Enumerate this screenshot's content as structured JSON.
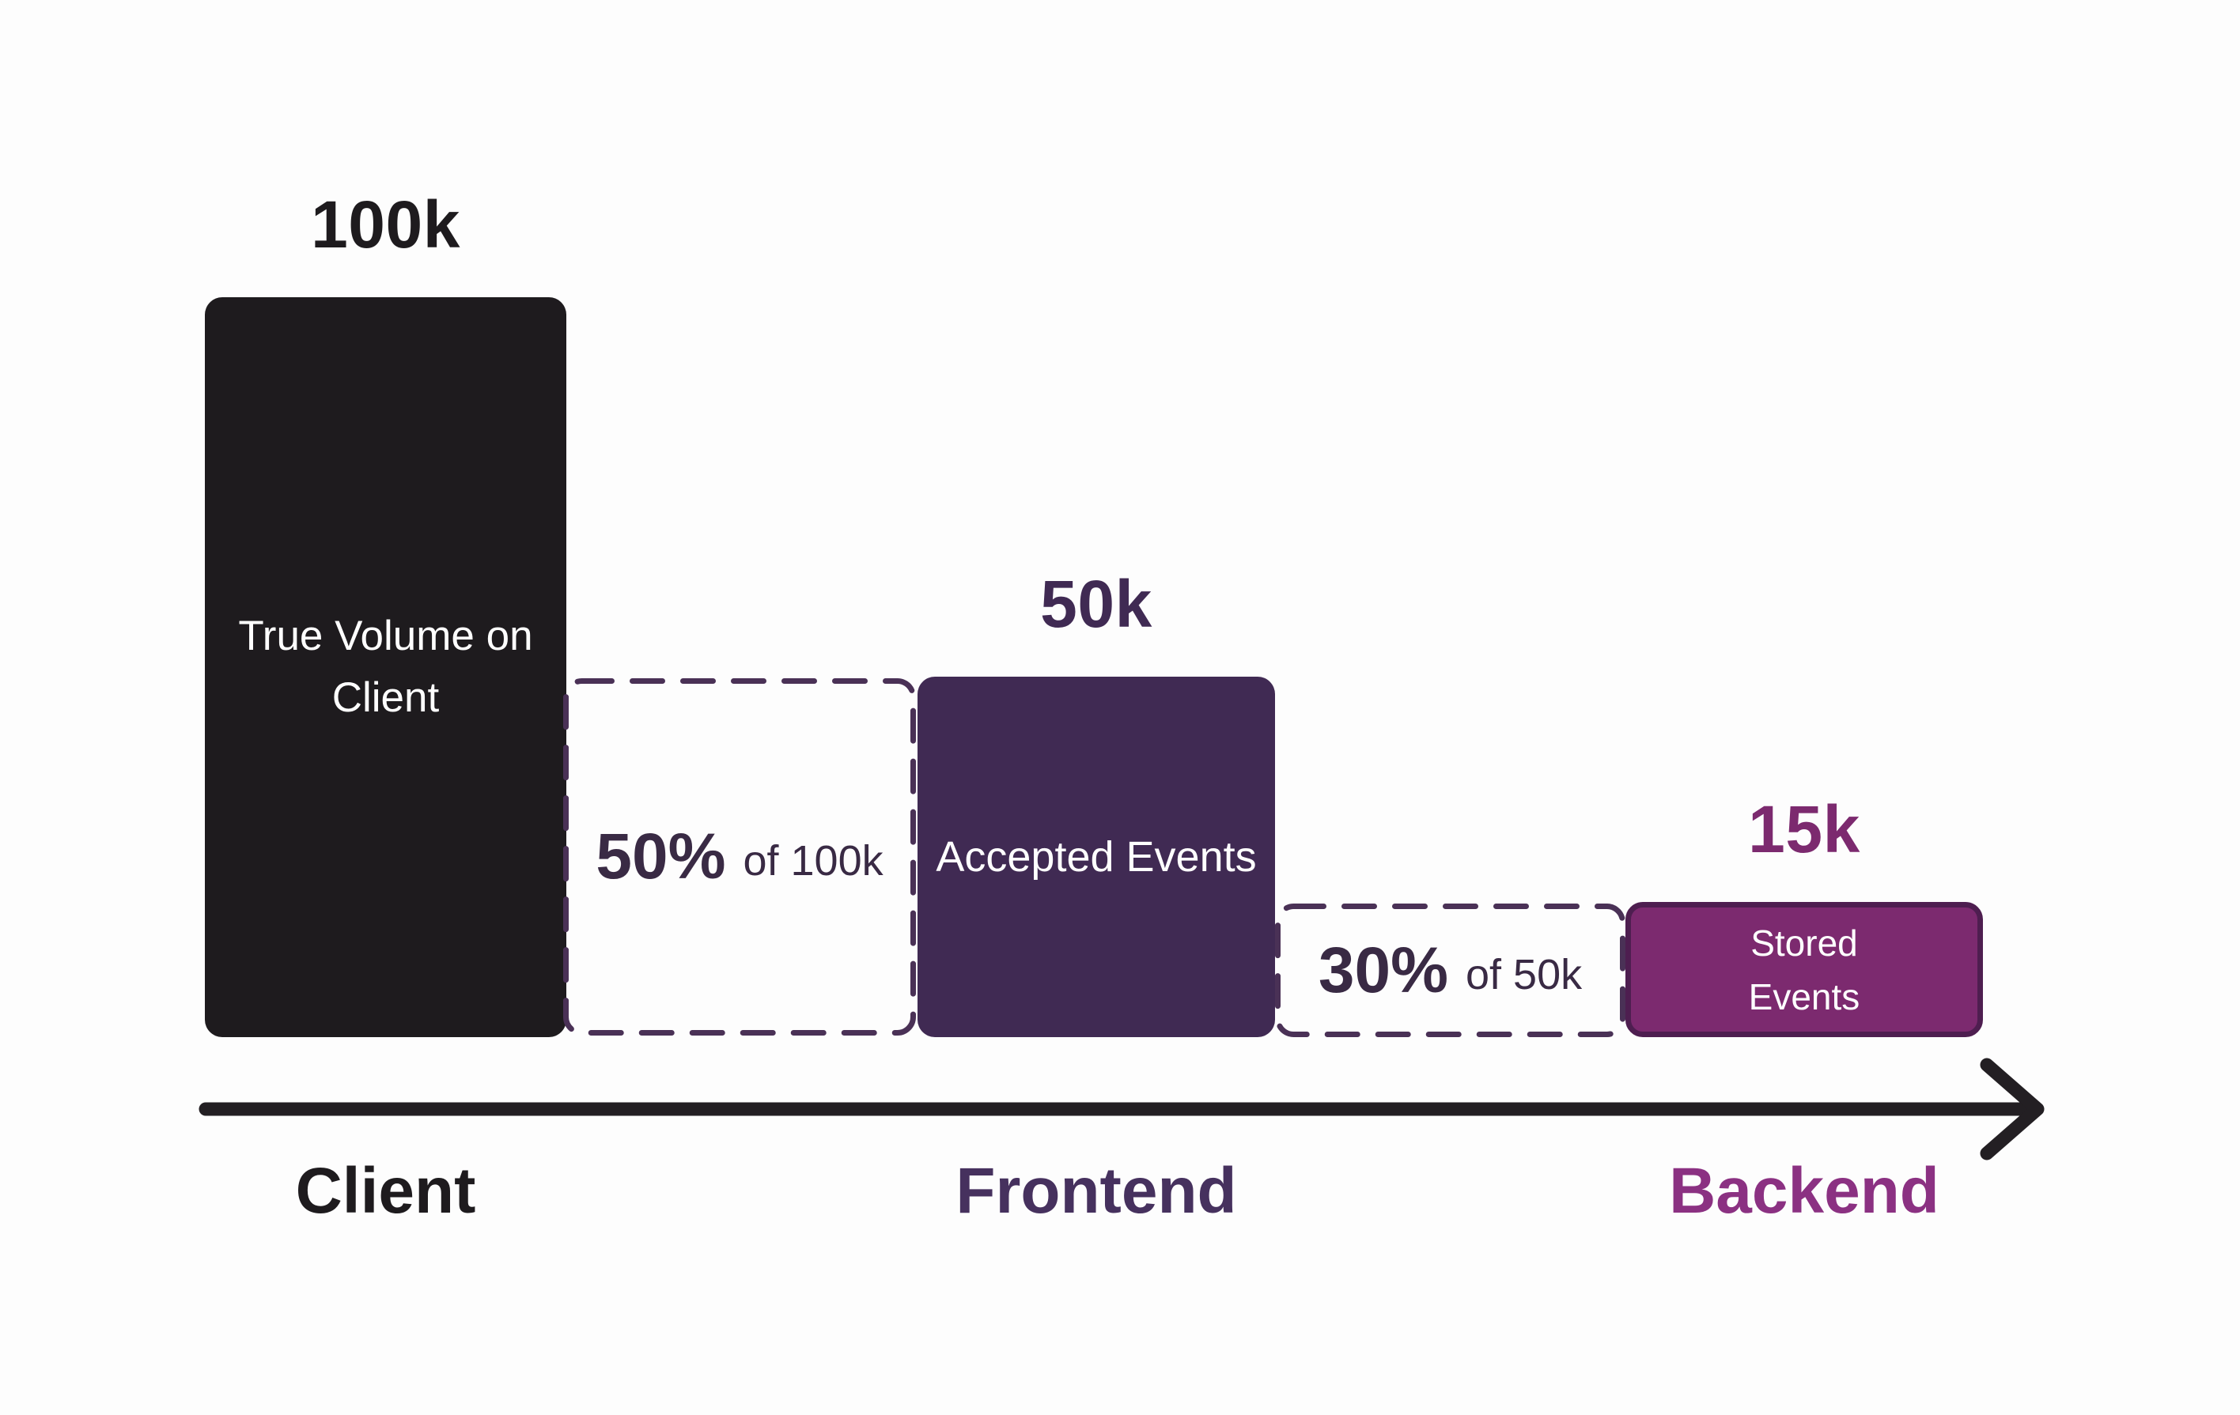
{
  "chart_data": {
    "type": "bar",
    "title": "",
    "categories": [
      "Client",
      "Frontend",
      "Backend"
    ],
    "series": [
      {
        "name": "Events",
        "values": [
          100000,
          50000,
          15000
        ]
      }
    ],
    "value_labels": [
      "100k",
      "50k",
      "15k"
    ],
    "bar_inner_labels": [
      "True Volume on Client",
      "Accepted Events",
      "Stored Events"
    ],
    "retention_annotations": [
      {
        "percent": "50%",
        "of": "of 100k",
        "between": [
          "Client",
          "Frontend"
        ]
      },
      {
        "percent": "30%",
        "of": "of 50k",
        "between": [
          "Frontend",
          "Backend"
        ]
      }
    ],
    "legend": false,
    "grid": false,
    "x_axis_style": "arrow",
    "ylim": [
      0,
      100000
    ]
  },
  "bars": {
    "client": {
      "value_label": "100k",
      "inner_label_lines": [
        "True Volume on",
        "Client"
      ],
      "axis_label": "Client",
      "fill": "#1E1B1E"
    },
    "frontend": {
      "value_label": "50k",
      "inner_label_lines": [
        "Accepted Events"
      ],
      "axis_label": "Frontend",
      "fill": "#402A53"
    },
    "backend": {
      "value_label": "15k",
      "inner_label_lines": [
        "Stored",
        "Events"
      ],
      "axis_label": "Backend",
      "fill": "#7C2A6F",
      "border": "#4E1E50"
    }
  },
  "drops": {
    "first": {
      "percent": "50%",
      "of": "of 100k"
    },
    "second": {
      "percent": "30%",
      "of": "of 50k"
    }
  },
  "colors": {
    "background": "#FDFDFD",
    "black_bar": "#1E1B1E",
    "frontend_bar": "#402A53",
    "backend_bar_fill": "#7C2A6F",
    "backend_bar_border": "#4E1E50",
    "dashed_border": "#4A3156",
    "drop_text": "#392A44",
    "frontend_label": "#46315E",
    "backend_label": "#8B3182",
    "arrow": "#231F23"
  }
}
